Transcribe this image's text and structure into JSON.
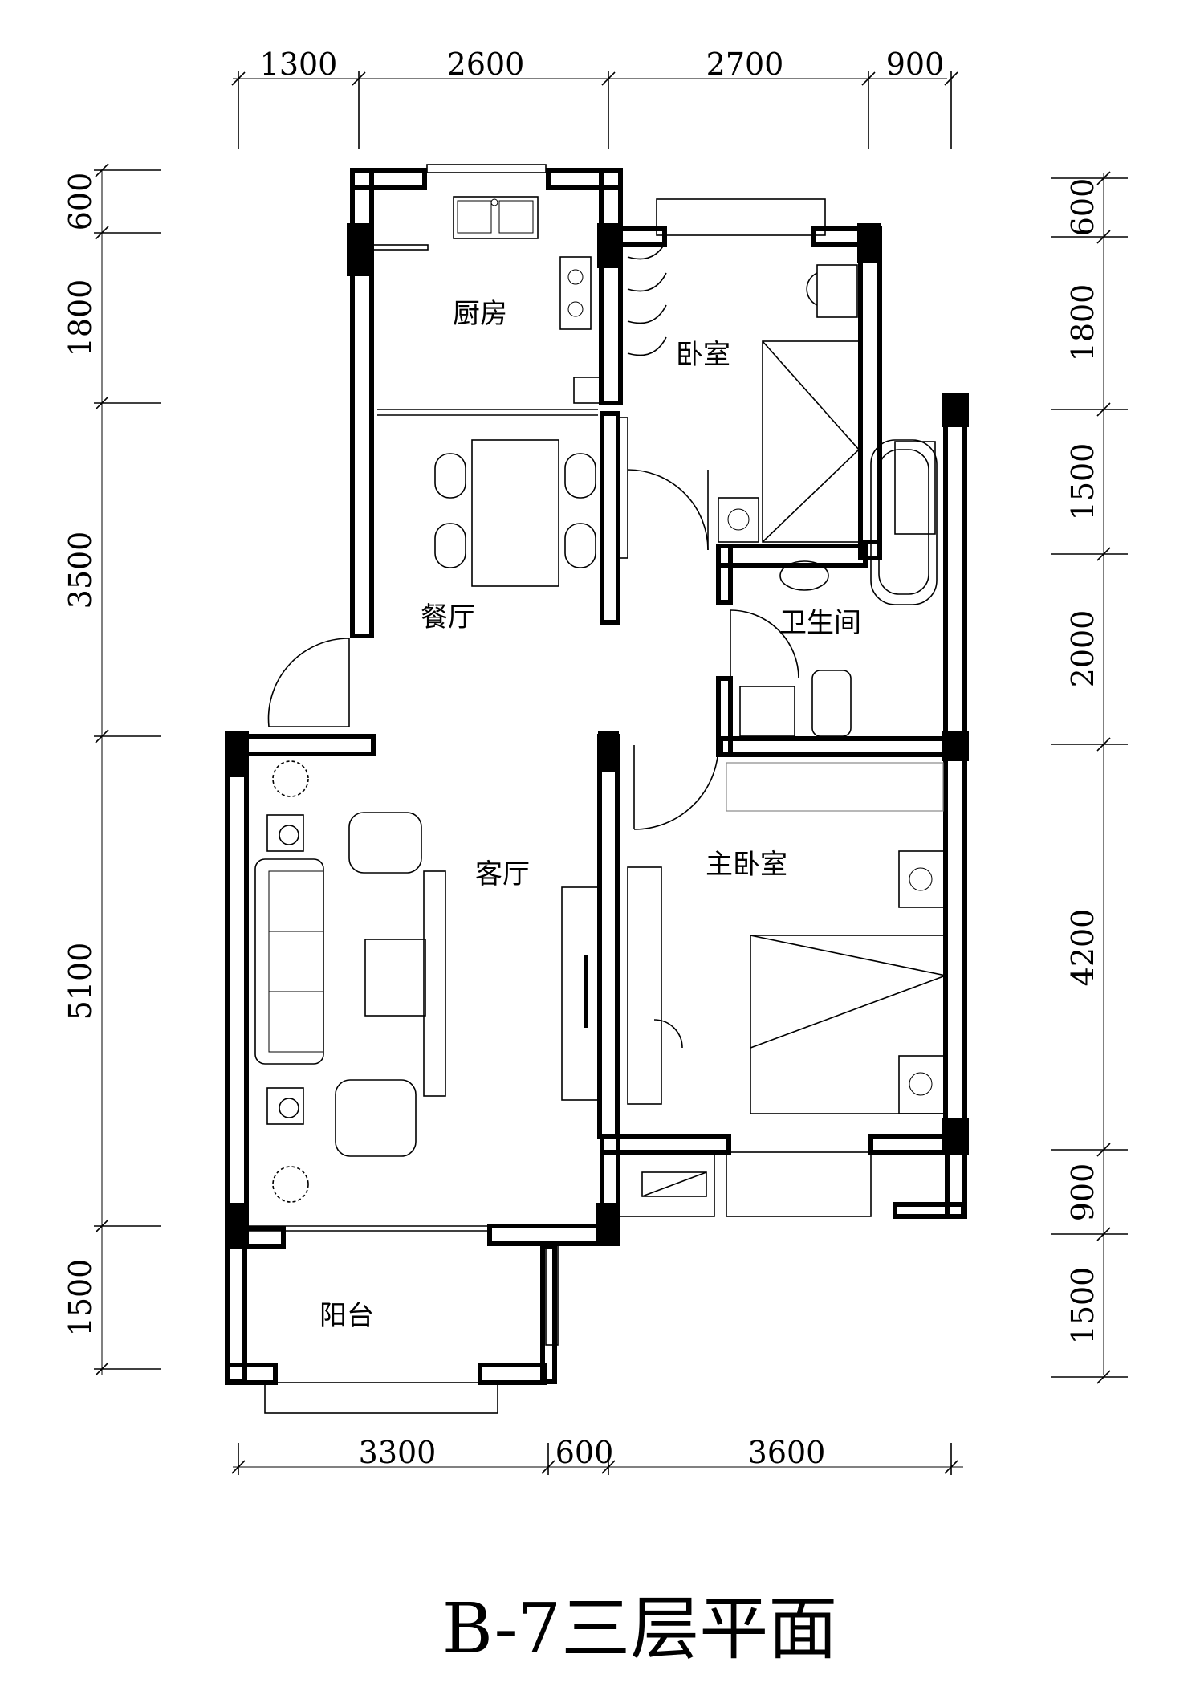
{
  "title": "B-7三层平面",
  "dimensions": {
    "top": [
      "1300",
      "2600",
      "2700",
      "900"
    ],
    "bottom": [
      "3300",
      "600",
      "3600"
    ],
    "left": [
      "600",
      "1800",
      "3500",
      "5100",
      "1500"
    ],
    "right": [
      "600",
      "1800",
      "1500",
      "2000",
      "4200",
      "900",
      "1500"
    ]
  },
  "rooms": {
    "kitchen": "厨房",
    "bedroom": "卧室",
    "dining": "餐厅",
    "bathroom": "卫生间",
    "living": "客厅",
    "master": "主卧室",
    "balcony": "阳台"
  }
}
